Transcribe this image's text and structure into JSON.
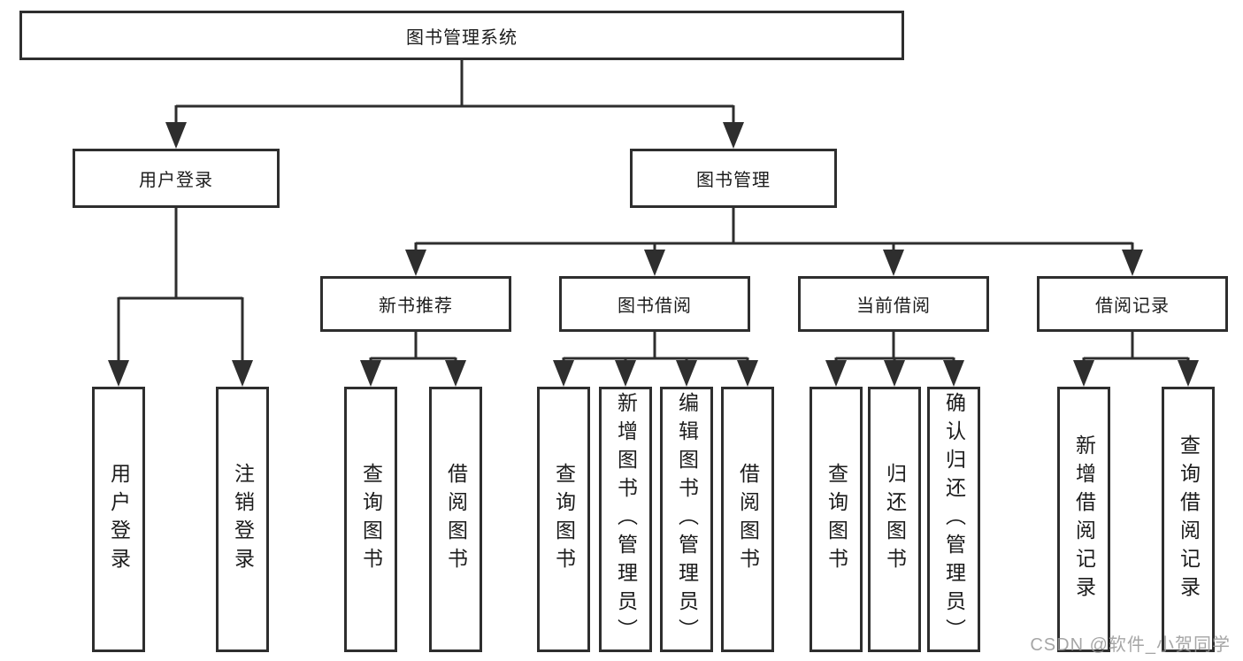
{
  "tree": {
    "label": "图书管理系统",
    "children": [
      {
        "label": "用户登录",
        "children": [
          {
            "label": "用户登录"
          },
          {
            "label": "注销登录"
          }
        ]
      },
      {
        "label": "图书管理",
        "children": [
          {
            "label": "新书推荐",
            "children": [
              {
                "label": "查询图书"
              },
              {
                "label": "借阅图书"
              }
            ]
          },
          {
            "label": "图书借阅",
            "children": [
              {
                "label": "查询图书"
              },
              {
                "label": "新增图书（管理员）"
              },
              {
                "label": "编辑图书（管理员）"
              },
              {
                "label": "借阅图书"
              }
            ]
          },
          {
            "label": "当前借阅",
            "children": [
              {
                "label": "查询图书"
              },
              {
                "label": "归还图书"
              },
              {
                "label": "确认归还（管理员）"
              }
            ]
          },
          {
            "label": "借阅记录",
            "children": [
              {
                "label": "新增借阅记录"
              },
              {
                "label": "查询借阅记录"
              }
            ]
          }
        ]
      }
    ]
  },
  "watermark": "CSDN @软件_小贺同学",
  "colors": {
    "line": "#2e2e2e",
    "box_fill": "#ffffff",
    "text": "#1c1c1c",
    "watermark": "#969696"
  }
}
